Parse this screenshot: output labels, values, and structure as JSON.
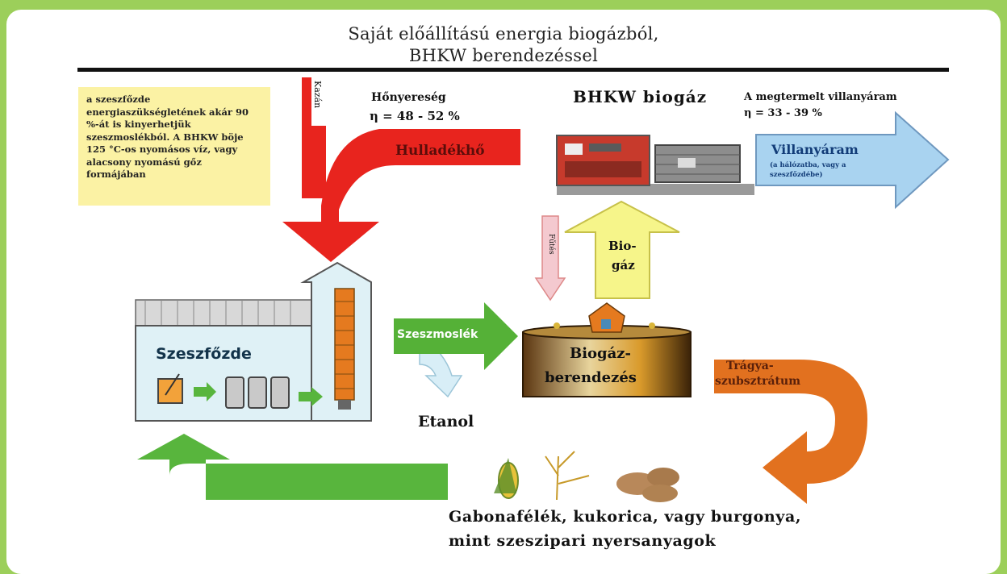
{
  "title": {
    "line1": "Saját előállítású energia biogázból,",
    "line2": "BHKW berendezéssel"
  },
  "note": {
    "text": "a szeszfőzde energiaszükségletének akár 90 %-át is kinyerhetjük szeszmoslékból. A BHKW böje 125 °C-os nyomásos víz, vagy alacsony nyomású gőz formájában"
  },
  "labels": {
    "kazan": "Kazán",
    "honyereseg": "Hőnyereség",
    "eta_heat": "η = 48 - 52 %",
    "hulladekho": "Hulladékhő",
    "bhkw_biogaz": "BHKW biogáz",
    "megtermelt": "A megtermelt villanyáram",
    "eta_power": "η = 33 - 39 %",
    "villanyaram": "Villanyáram",
    "villanyaram_sub1": "(a hálózatba, vagy a",
    "villanyaram_sub2": "szeszfőzdébe)",
    "futes": "Fűtés",
    "biogaz_arrow1": "Bio-",
    "biogaz_arrow2": "gáz",
    "szeszfozde": "Szeszfőzde",
    "szeszmoslek": "Szeszmoslék",
    "biogaz_ber1": "Biogáz-",
    "biogaz_ber2": "berendezés",
    "etanol": "Etanol",
    "tragya1": "Trágya-",
    "tragya2": "szubsztrátum",
    "bottom1": "Gabonafélék, kukorica, vagy burgonya,",
    "bottom2": "mint szeszipari nyersanyagok"
  },
  "colors": {
    "frame": "#9ccf5a",
    "waste_heat": "#e8241e",
    "power_arrow": "#a9d3f0",
    "biogas_arrow": "#f6f58a",
    "heating_arrow": "#f4c9cf",
    "mash_arrow": "#55b137",
    "ethanol_arrow": "#d8eef7",
    "manure_arrow": "#e2711f",
    "return_arrow": "#58b53d",
    "note_bg": "#fbf2a4"
  }
}
